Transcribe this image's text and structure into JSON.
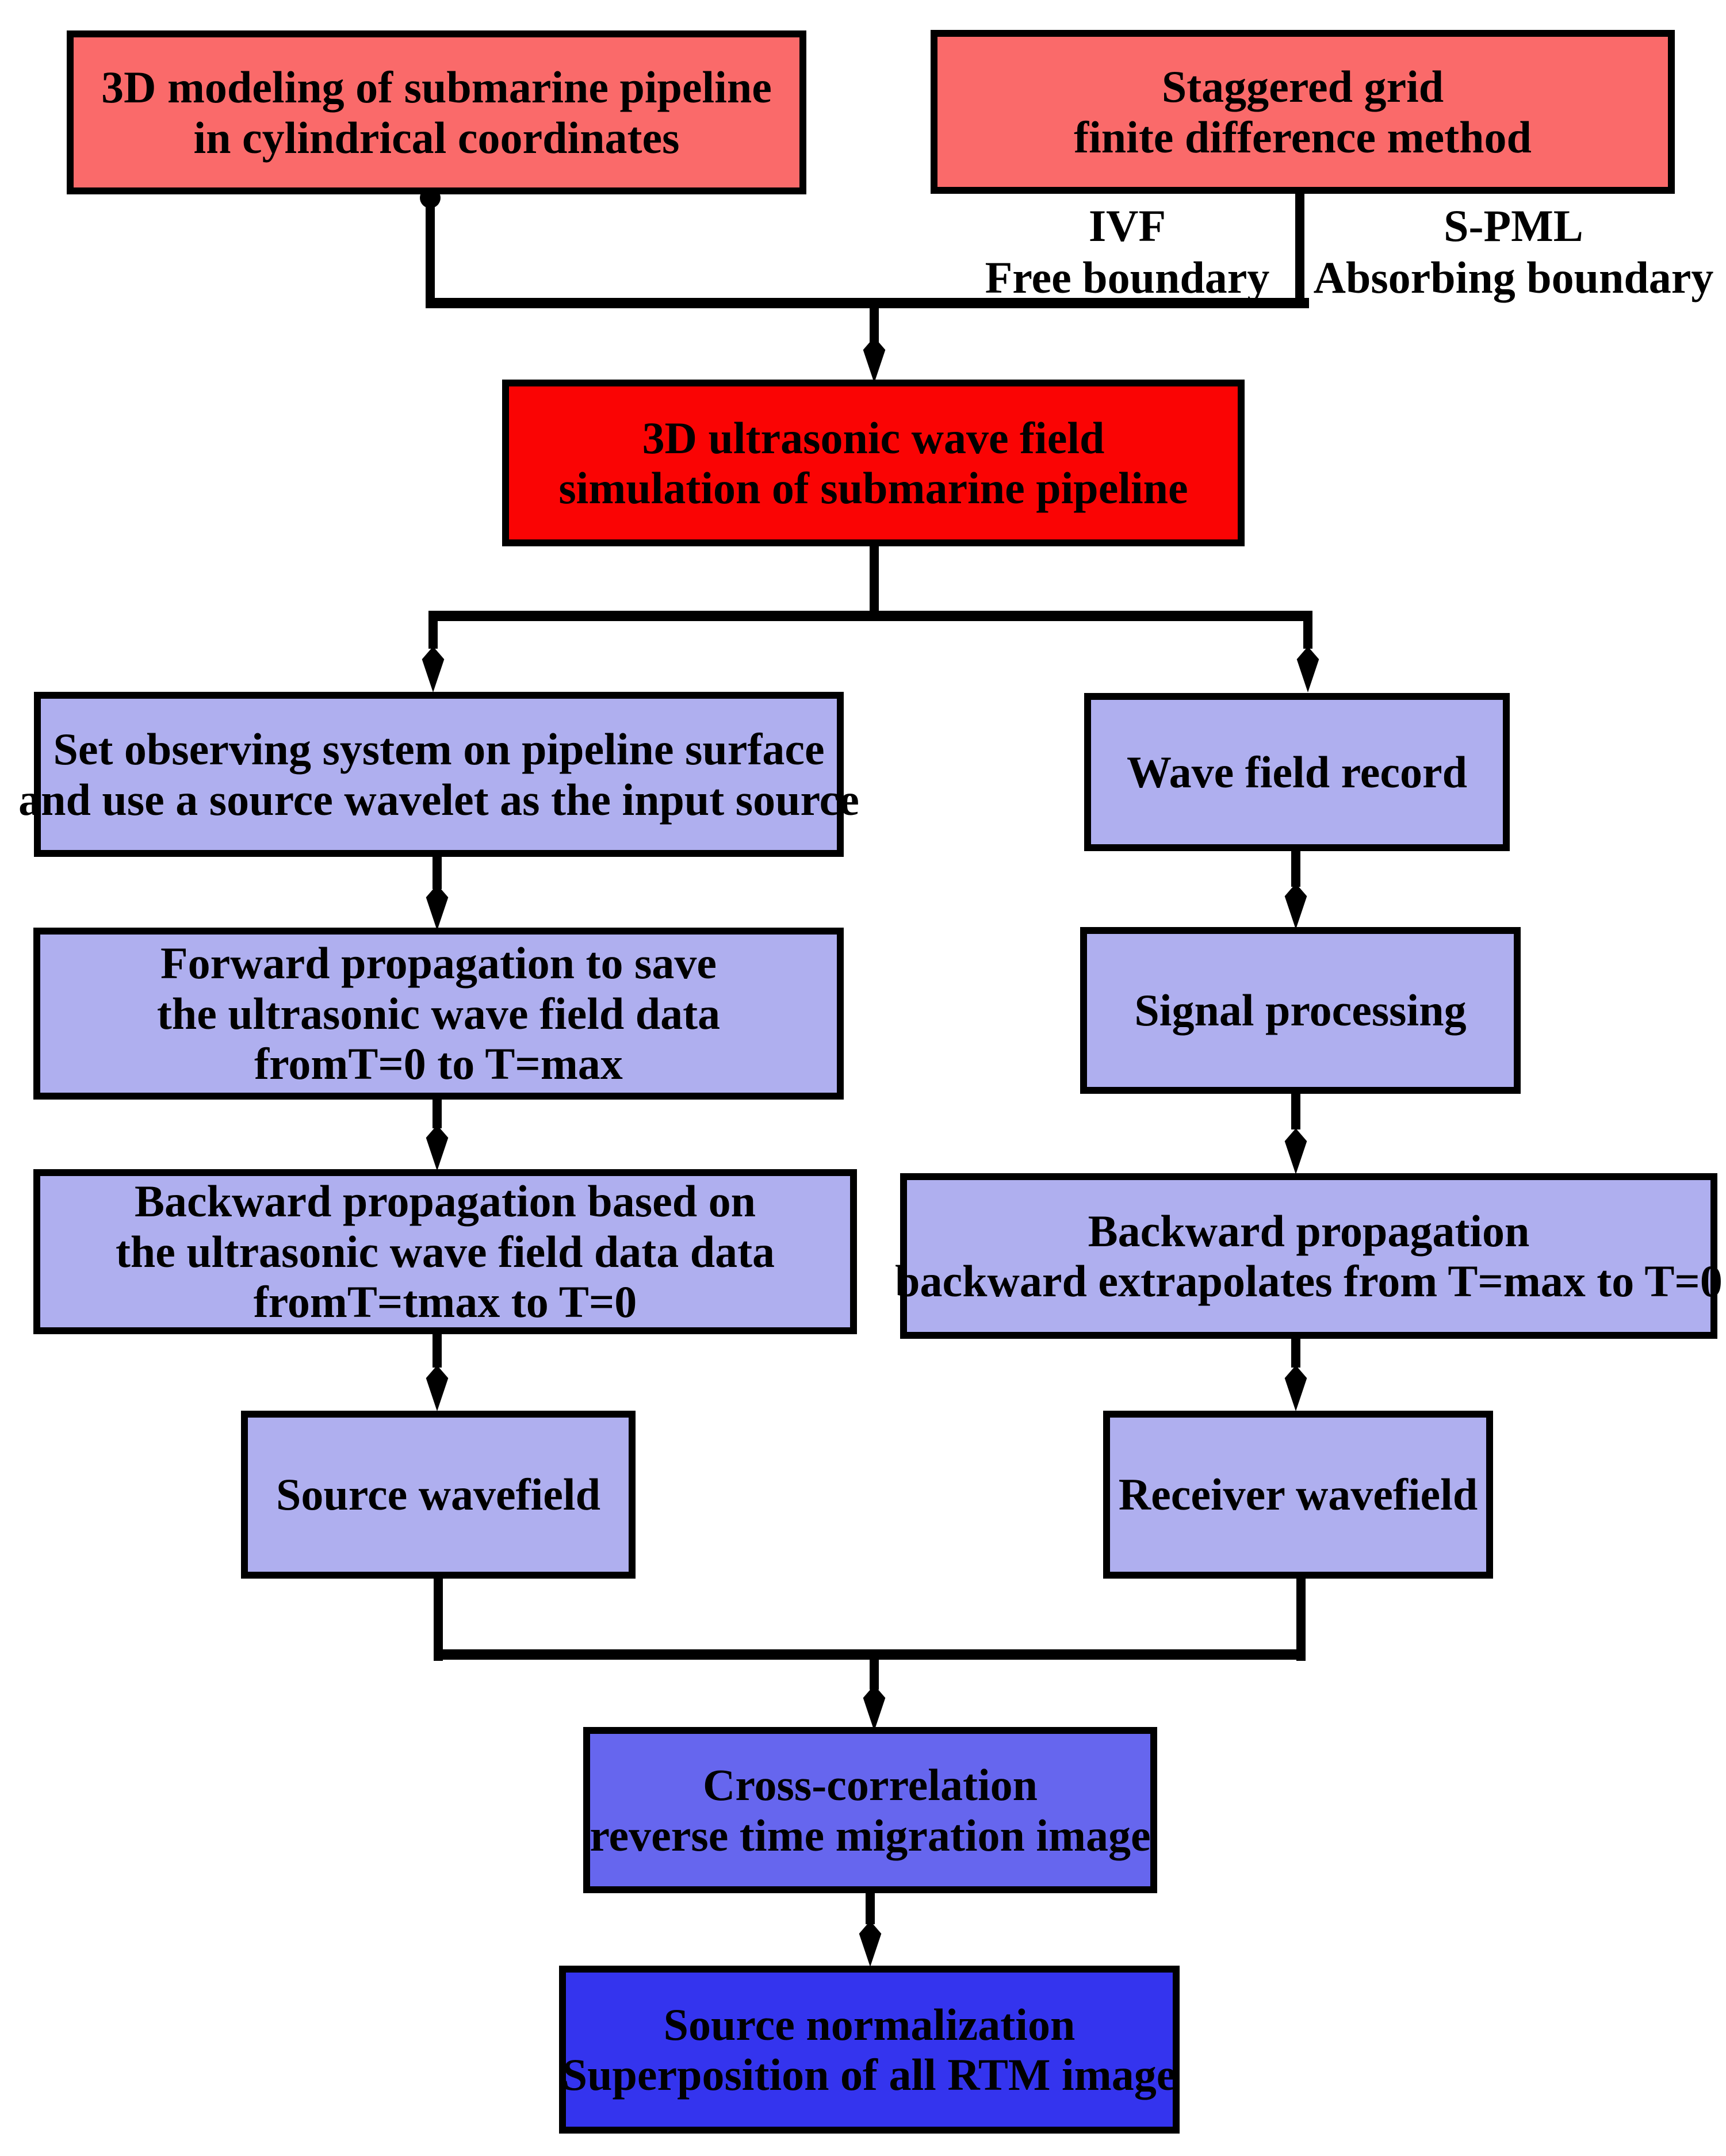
{
  "diagram": {
    "colors": {
      "pink": "#FA6A6A",
      "red": "#FA0404",
      "lavender": "#AFAFEF",
      "violet": "#6666EE",
      "blue": "#3434EE",
      "line": "#000000",
      "background": "#FFFFFF"
    },
    "nodes": {
      "modeling": {
        "label": "3D modeling of submarine pipeline\nin cylindrical coordinates"
      },
      "staggered": {
        "label": "Staggered grid\nfinite difference method"
      },
      "ivf_free_boundary": {
        "label": "IVF\nFree boundary"
      },
      "spml_absorbing_boundary": {
        "label": "S-PML\nAbsorbing boundary"
      },
      "simulation": {
        "label": "3D ultrasonic wave field\nsimulation of submarine pipeline"
      },
      "observe": {
        "label": "Set observing system on pipeline surface\nand use a source wavelet as the input source"
      },
      "record": {
        "label": "Wave field record"
      },
      "forward": {
        "label": "Forward propagation to save\nthe ultrasonic wave field data\nfromT=0 to T=max"
      },
      "signal": {
        "label": "Signal processing"
      },
      "backward_left": {
        "label": "Backward propagation based on\nthe ultrasonic wave field data data\nfromT=tmax to T=0"
      },
      "backward_right": {
        "label": "Backward propagation\nbackward extrapolates from T=max to T=0"
      },
      "source_wavefield": {
        "label": "Source wavefield"
      },
      "receiver_wavefield": {
        "label": "Receiver wavefield"
      },
      "cross_correlation": {
        "label": "Cross-correlation\nreverse time migration image"
      },
      "source_normalization": {
        "label": "Source normalization\nSuperposition of all RTM image"
      }
    }
  }
}
